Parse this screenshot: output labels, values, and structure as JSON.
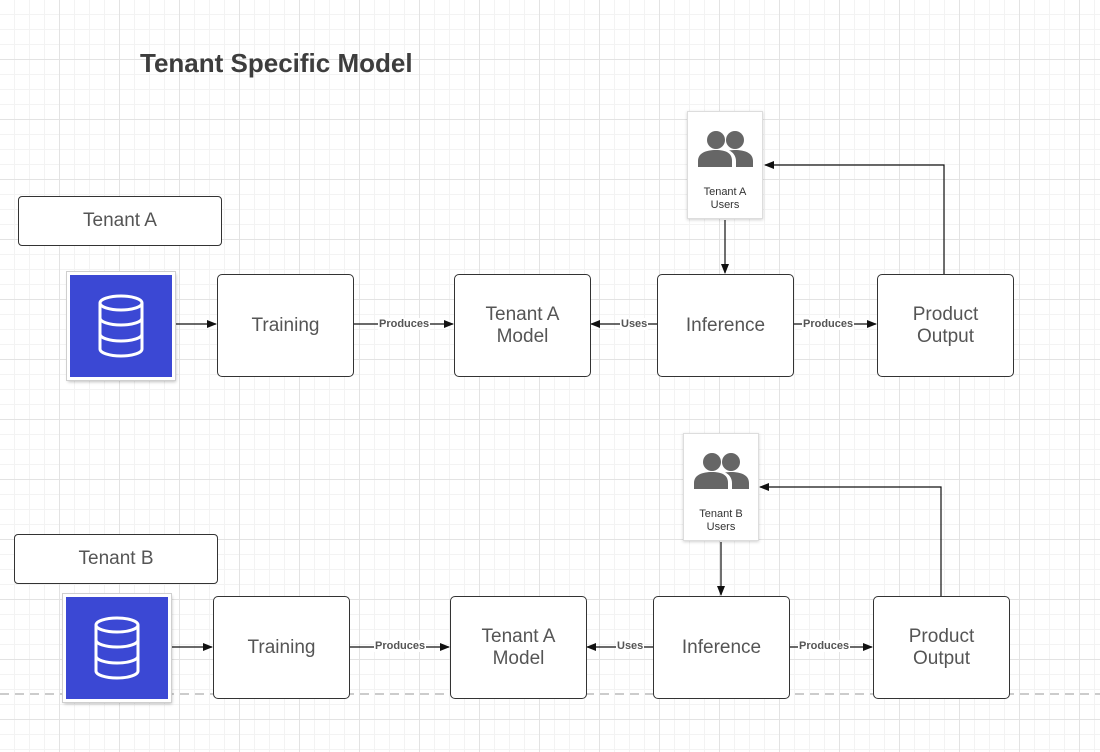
{
  "title": "Tenant Specific Model",
  "colors": {
    "database_fill": "#3b48d4",
    "line": "#111111",
    "text": "#555555"
  },
  "icons": {
    "database": "database-icon",
    "users": "users-icon"
  },
  "tenant_a": {
    "name": "Tenant A",
    "training": "Training",
    "model": "Tenant A\nModel",
    "inference": "Inference",
    "output": "Product\nOutput",
    "users": "Tenant A\nUsers",
    "edges": {
      "training_to_model": "Produces",
      "inference_to_model": "Uses",
      "inference_to_output": "Produces"
    }
  },
  "tenant_b": {
    "name": "Tenant B",
    "training": "Training",
    "model": "Tenant A\nModel",
    "inference": "Inference",
    "output": "Product\nOutput",
    "users": "Tenant B\nUsers",
    "edges": {
      "training_to_model": "Produces",
      "inference_to_model": "Uses",
      "inference_to_output": "Produces"
    }
  }
}
